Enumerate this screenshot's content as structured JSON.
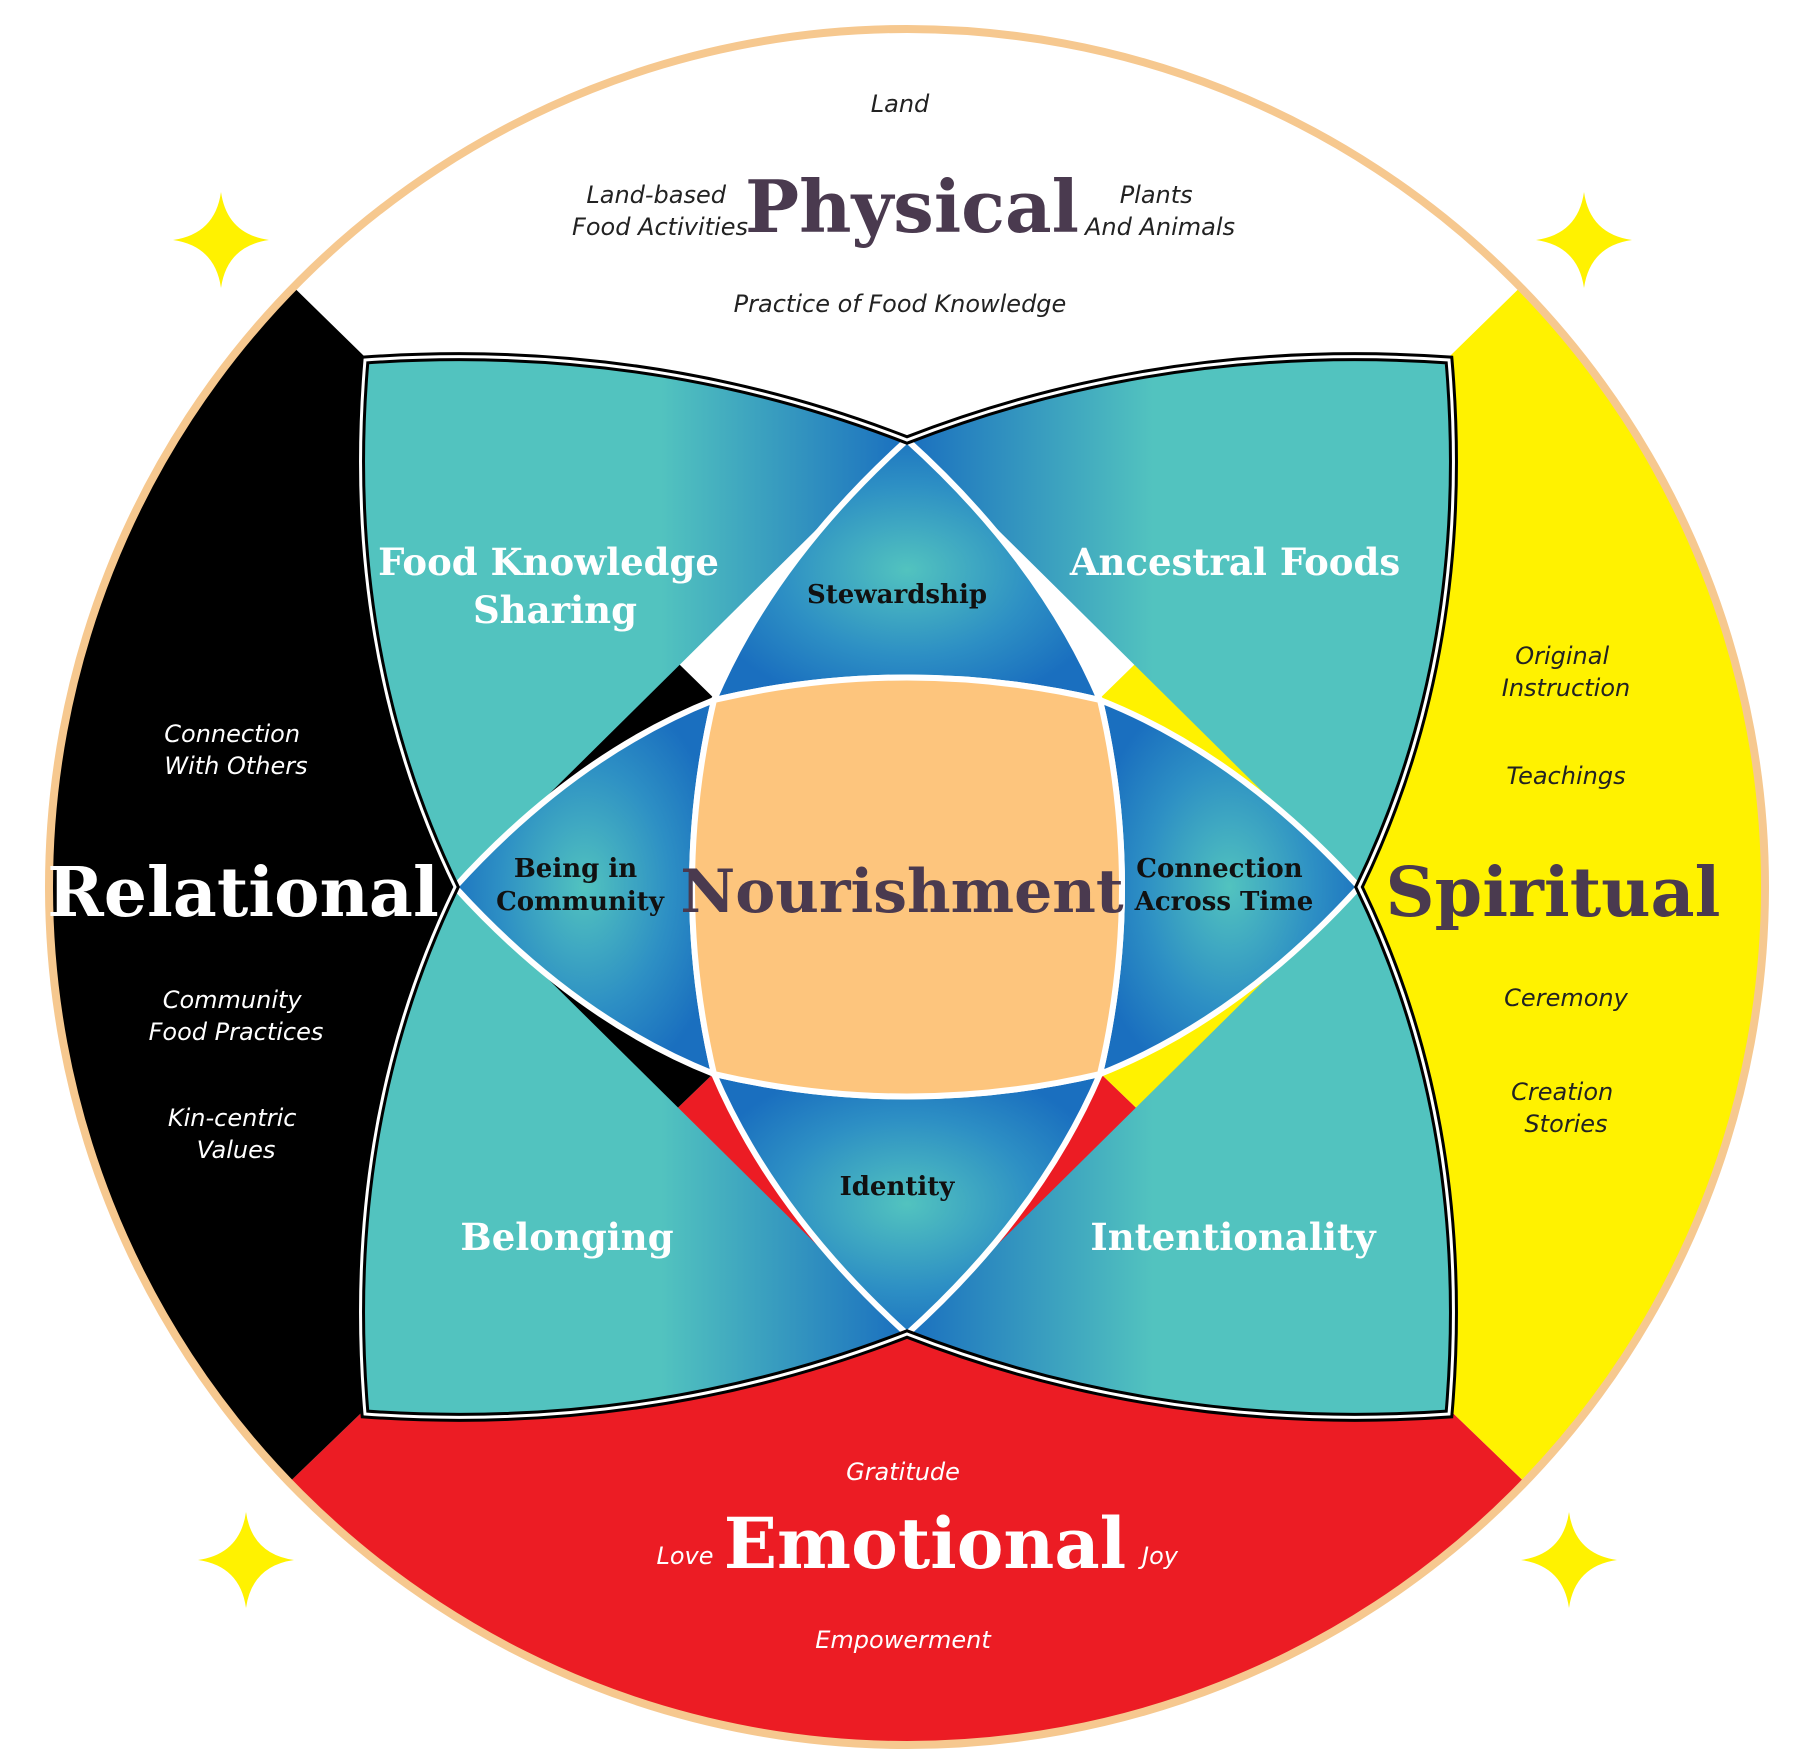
{
  "physical": {
    "title": "Physical",
    "top": "Land",
    "left": [
      "Land-based",
      "Food Activities"
    ],
    "right": [
      "Plants",
      "And Animals"
    ],
    "bottom": "Practice of Food Knowledge",
    "color": "#ffffff"
  },
  "relational": {
    "title": "Relational",
    "items": [
      [
        "Connection",
        "With Others"
      ],
      [
        "Community",
        "Food Practices"
      ],
      [
        "Kin-centric",
        "Values"
      ]
    ],
    "color": "#000000"
  },
  "spiritual": {
    "title": "Spiritual",
    "items": [
      [
        "Original",
        "Instruction"
      ],
      [
        "Teachings"
      ],
      [
        "Ceremony"
      ],
      [
        "Creation",
        "Stories"
      ]
    ],
    "color": "#fff200"
  },
  "emotional": {
    "title": "Emotional",
    "top": "Gratitude",
    "left": "Love",
    "right": "Joy",
    "bottom": "Empowerment",
    "color": "#ec1c24"
  },
  "petals": {
    "top_left": [
      "Food Knowledge",
      "Sharing"
    ],
    "top_right": "Ancestral Foods",
    "bottom_left": "Belonging",
    "bottom_right": "Intentionality",
    "color": "#52c3bf"
  },
  "lenses": {
    "top": "Stewardship",
    "left": [
      "Being in",
      "Community"
    ],
    "right": [
      "Connection",
      "Across Time"
    ],
    "bottom": "Identity"
  },
  "center": {
    "label": "Nourishment",
    "color": "#fdc57d"
  },
  "accent_colors": {
    "outline": "#f6c88f",
    "star": "#fff200",
    "lens_blue": "#1a6fbf"
  },
  "icons": [
    "sparkle-star-icon"
  ]
}
